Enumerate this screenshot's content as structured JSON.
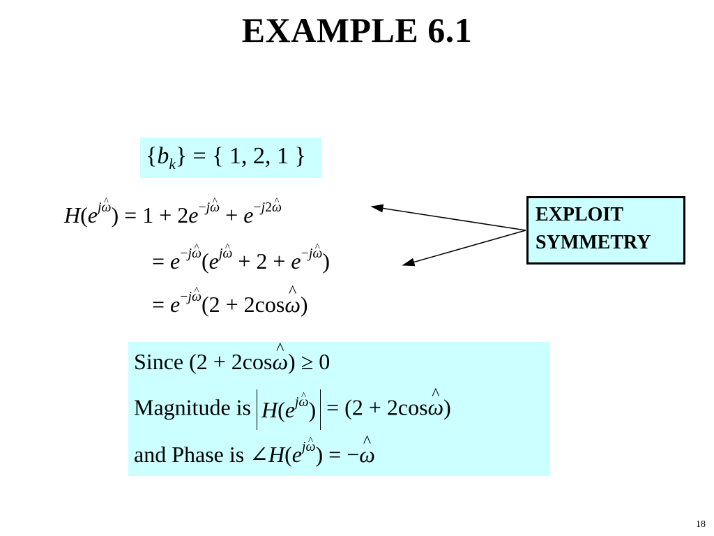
{
  "slide": {
    "title": "EXAMPLE 6.1",
    "page_number": "18"
  },
  "coefficients": {
    "lhs_symbol": "b",
    "lhs_subscript": "k",
    "equals": "=",
    "values": "1,  2,  1"
  },
  "equations": {
    "line1": {
      "lhs": "H",
      "rhs_const": "1",
      "rhs_coef": "2"
    },
    "line2": {
      "middle_const": "2"
    },
    "line3": {
      "inner_const": "2",
      "inner_coef": "2",
      "func": "cos"
    }
  },
  "callout": {
    "line1": "EXPLOIT",
    "line2": "SYMMETRY"
  },
  "conclusion": {
    "since_label": "Since",
    "magnitude_label": "Magnitude is",
    "phase_label": "and  Phase is",
    "inequality_rhs": "0"
  },
  "colors": {
    "highlight_box": "#ccffff",
    "text": "#000000",
    "background": "#ffffff"
  }
}
